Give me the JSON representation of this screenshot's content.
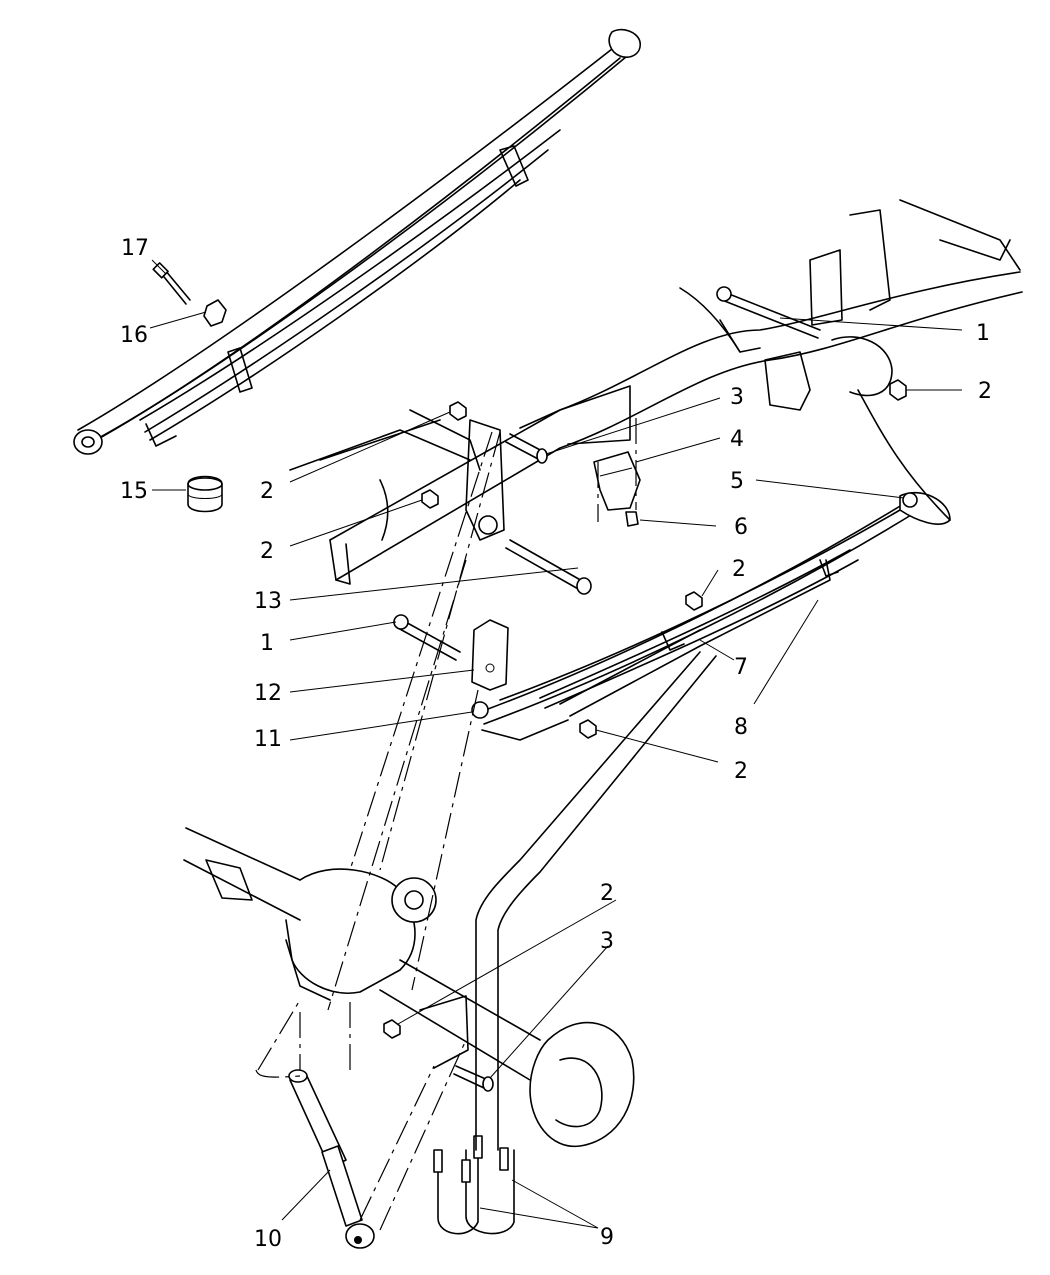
{
  "diagram": {
    "title": "Rear suspension exploded view",
    "callouts": [
      {
        "id": "c17",
        "label": "17"
      },
      {
        "id": "c16",
        "label": "16"
      },
      {
        "id": "c15",
        "label": "15"
      },
      {
        "id": "c1a",
        "label": "1"
      },
      {
        "id": "c2a",
        "label": "2"
      },
      {
        "id": "c3a",
        "label": "3"
      },
      {
        "id": "c4",
        "label": "4"
      },
      {
        "id": "c5",
        "label": "5"
      },
      {
        "id": "c6",
        "label": "6"
      },
      {
        "id": "c2b",
        "label": "2"
      },
      {
        "id": "c2c",
        "label": "2"
      },
      {
        "id": "c2d",
        "label": "2"
      },
      {
        "id": "c13",
        "label": "13"
      },
      {
        "id": "c1b",
        "label": "1"
      },
      {
        "id": "c7",
        "label": "7"
      },
      {
        "id": "c8",
        "label": "8"
      },
      {
        "id": "c12",
        "label": "12"
      },
      {
        "id": "c11",
        "label": "11"
      },
      {
        "id": "c2e",
        "label": "2"
      },
      {
        "id": "c2f",
        "label": "2"
      },
      {
        "id": "c3b",
        "label": "3"
      },
      {
        "id": "c10",
        "label": "10"
      },
      {
        "id": "c9",
        "label": "9"
      }
    ]
  }
}
